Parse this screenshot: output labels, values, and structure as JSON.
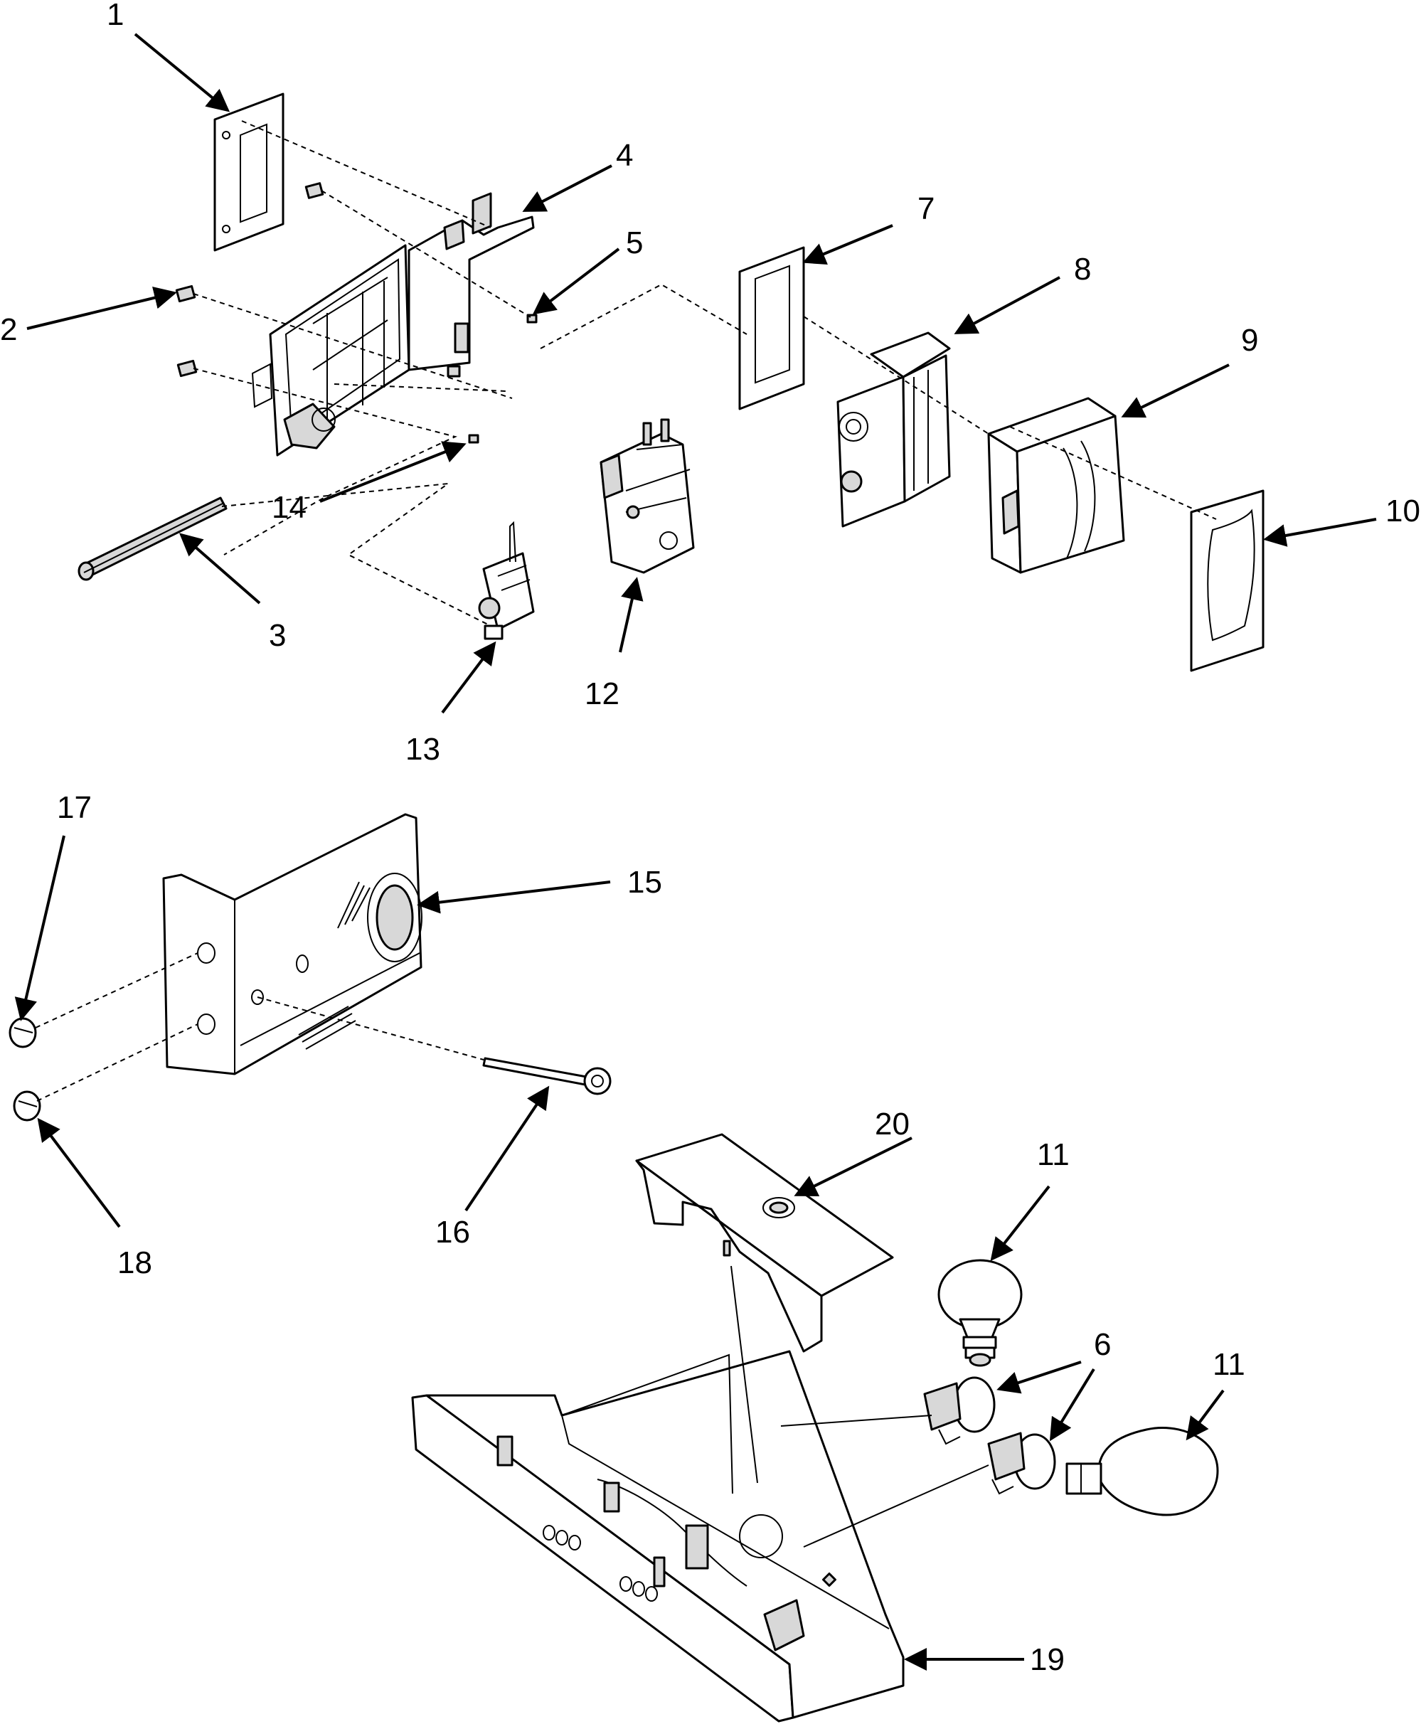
{
  "callouts": [
    {
      "label": "1"
    },
    {
      "label": "2"
    },
    {
      "label": "3"
    },
    {
      "label": "4"
    },
    {
      "label": "5"
    },
    {
      "label": "7"
    },
    {
      "label": "8"
    },
    {
      "label": "9"
    },
    {
      "label": "10"
    },
    {
      "label": "12"
    },
    {
      "label": "13"
    },
    {
      "label": "14"
    },
    {
      "label": "17"
    },
    {
      "label": "15"
    },
    {
      "label": "18"
    },
    {
      "label": "16"
    },
    {
      "label": "20"
    },
    {
      "label": "11"
    },
    {
      "label": "6"
    },
    {
      "label": "11"
    },
    {
      "label": "19"
    }
  ]
}
